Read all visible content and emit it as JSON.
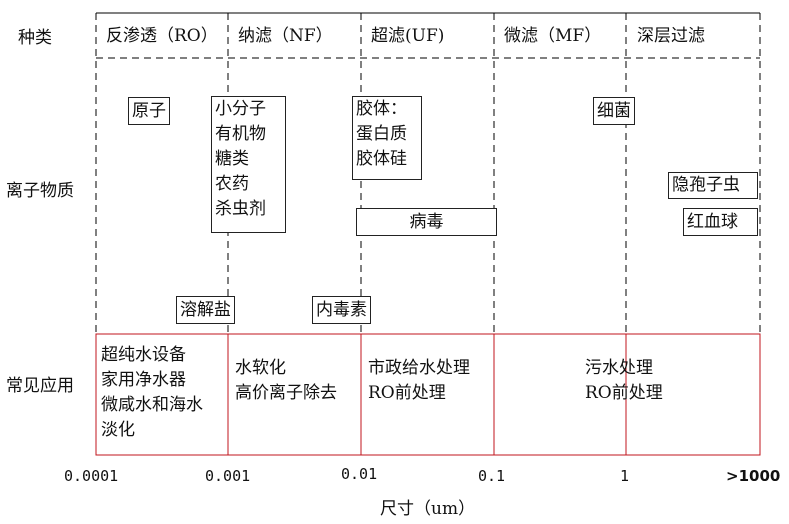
{
  "row_labels": {
    "category": "种类",
    "substances": "离子物质",
    "applications": "常见应用"
  },
  "columns": [
    {
      "label": "反渗透（RO）"
    },
    {
      "label": "纳滤（NF）"
    },
    {
      "label": "超滤(UF)"
    },
    {
      "label": "微滤（MF）"
    },
    {
      "label": "深层过滤"
    }
  ],
  "substances": {
    "atom": "原子",
    "small_molecules": [
      "小分子",
      "有机物",
      "糖类",
      "农药",
      "杀虫剂"
    ],
    "colloids": [
      "胶体：",
      "蛋白质",
      "胶体硅"
    ],
    "bacteria": "细菌",
    "cryptosporidium": "隐孢子虫",
    "red_blood_cell": "红血球",
    "virus": "病毒",
    "dissolved_salt": "溶解盐",
    "endotoxin": "内毒素"
  },
  "applications": {
    "ro": [
      "超纯水设备",
      "家用净水器",
      "微咸水和海水",
      "淡化"
    ],
    "nf": [
      "水软化",
      "高价离子除去"
    ],
    "uf": [
      "市政给水处理",
      "RO前处理"
    ],
    "mf": [
      "污水处理",
      "RO前处理"
    ]
  },
  "axis": {
    "ticks": [
      "0.0001",
      "0.001",
      "0.01",
      "0.1",
      "1",
      ">1000"
    ],
    "label": "尺寸（um）"
  },
  "colors": {
    "grid_dash": "#000000",
    "application_box": "#c0141c"
  }
}
